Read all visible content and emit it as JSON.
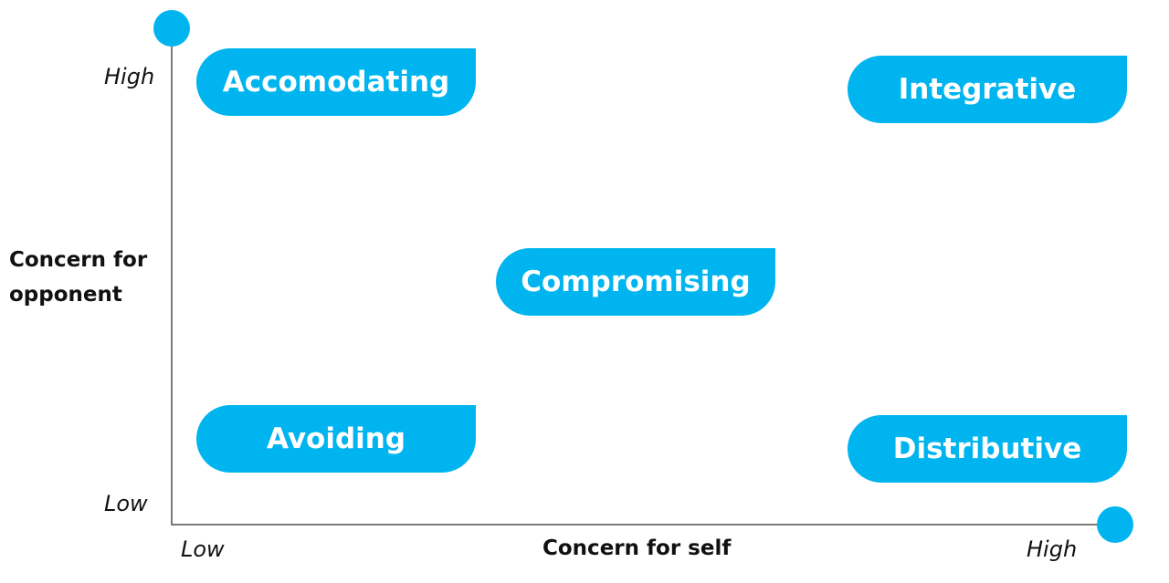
{
  "colors": {
    "accent": "#00b5ef",
    "axis": "#7a7a7a",
    "text": "#111111"
  },
  "y_axis": {
    "label_line1": "Concern for",
    "label_line2": "opponent",
    "high": "High",
    "low": "Low"
  },
  "x_axis": {
    "label": "Concern for self",
    "low": "Low",
    "high": "High"
  },
  "styles": {
    "accomodating": "Accomodating",
    "integrative": "Integrative",
    "compromising": "Compromising",
    "avoiding": "Avoiding",
    "distributive": "Distributive"
  }
}
